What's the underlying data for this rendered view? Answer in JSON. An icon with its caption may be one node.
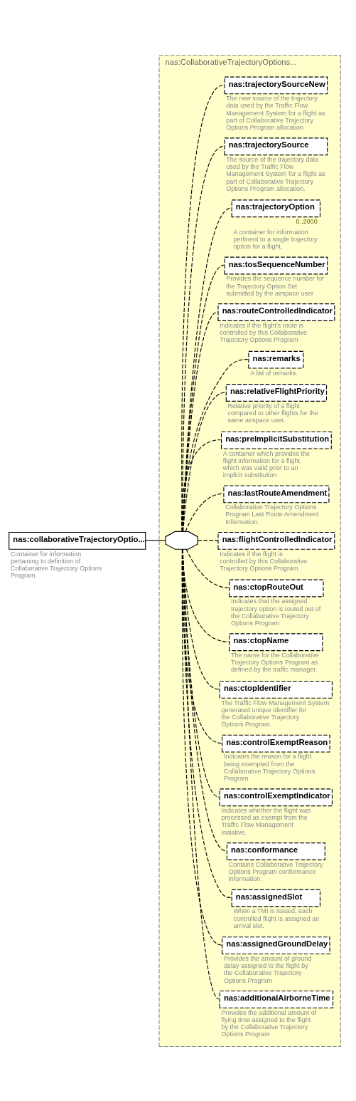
{
  "diagram": {
    "nodes": [
      {
        "text": [
          "nas:collaborativeTrajectoryOptio..."
        ],
        "beside": [
          "Container for information pertaining to definition of Collaborative Trajectory Options Program."
        ]
      },
      {
        "text": [
          "nas:CollaborativeTrajectoryOptions..."
        ]
      },
      {
        "text": [],
        "shape": "octagon",
        "in": 1
      },
      {
        "text": [
          "nas:additionalAirborneTime"
        ],
        "in": 1,
        "beside": [
          "Provides the additional amount of flying time assigned to the flight by the Collaborative Trajectory Options Program"
        ]
      },
      {
        "text": [
          "nas:assignedGroundDelay"
        ],
        "in": 1,
        "beside": [
          "Provides the amount of ground delay assigned to the flight by the Collaborative Trajectory Options Program"
        ]
      },
      {
        "text": [
          "nas:assignedSlot"
        ],
        "in": 1,
        "beside": [
          "When a TMI is issued, each controlled flight is assigned an arrival slot."
        ]
      },
      {
        "text": [
          "nas:conformance"
        ],
        "in": 1,
        "beside": [
          "Contains Collaborative Trajectory Options Program conformance information."
        ]
      },
      {
        "text": [
          "nas:controlExemptIndicator"
        ],
        "in": 1,
        "beside": [
          "Indicates whether the flight was processed as exempt from the Traffic Flow Management Initiative."
        ]
      },
      {
        "text": [
          "nas:controlExemptReason"
        ],
        "in": 1,
        "beside": [
          "Indicates the reason for a flight being exempted from the Collaborative Trajectory Options Program"
        ]
      },
      {
        "text": [
          "nas:ctopIdentifier"
        ],
        "in": 1,
        "beside": [
          "The Traffic Flow Management System generated unique identifier for the Collaborative Trajectory Options Program."
        ]
      },
      {
        "text": [
          "nas:ctopName"
        ],
        "in": 1,
        "beside": [
          "The name for the Collaborative Trajectory Options Program as defined by the traffic manager."
        ]
      },
      {
        "text": [
          "nas:ctopRouteOut"
        ],
        "in": 1,
        "beside": [
          "Indicates that the assigned trajectory option is routed out of the Collaborative Trajectory Options Program"
        ]
      },
      {
        "text": [
          "nas:flightControlledIndicator"
        ],
        "in": 1,
        "beside": [
          "Indicates if the flight is controlled by this Collaborative Trajectory Options Program"
        ]
      },
      {
        "text": [
          "nas:lastRouteAmendment"
        ],
        "in": 1,
        "beside": [
          "Collaborative Trajectory Options Program Last Route Amendment Information."
        ]
      },
      {
        "text": [
          "nas:preImplicitSubstitution"
        ],
        "in": 1,
        "beside": [
          "A container which provides the flight information for a flight which was valid prior to an implicit substitution"
        ]
      },
      {
        "text": [
          "nas:relativeFlightPriority"
        ],
        "in": 1,
        "beside": [
          "Relative priority of a flight compared to other flights for the same airspace user."
        ]
      },
      {
        "text": [
          "nas:remarks"
        ],
        "in": 1,
        "beside": [
          "A list of remarks."
        ]
      },
      {
        "text": [
          "nas:routeControlledIndicator"
        ],
        "in": 1,
        "beside": [
          "Indicates if the flight's route is controlled by this Collaborative Trajectory Options Program"
        ]
      },
      {
        "text": [
          "nas:tosSequenceNumber"
        ],
        "in": 1,
        "beside": [
          "Provides the sequence number for the Trajectory Option Set submitted by the airspace user"
        ]
      },
      {
        "text": [
          "nas:trajectoryOption"
        ],
        "in": 1,
        "beside": [
          "0..2000",
          "A container for information pertinent to a single trajectory option for a flight."
        ]
      },
      {
        "text": [
          "nas:trajectorySource"
        ],
        "in": 1,
        "beside": [
          "The source of the trajectory data used by the Traffic Flow Management System for a flight as part of Collaborative Trajectory Options Program allocation."
        ]
      },
      {
        "text": [
          "nas:trajectorySourceNew"
        ],
        "in": 1,
        "beside": [
          "The new source of the trajectory data used by the Traffic Flow Management System for a flight as part of Collaborative Trajectory Options Program allocation"
        ]
      }
    ],
    "edges": [
      {
        "from": 0,
        "to": 2,
        "arrow": "none"
      },
      {
        "from": 2,
        "to": 3,
        "arrow": "none",
        "style": "dashed"
      },
      {
        "from": 2,
        "to": 4,
        "arrow": "none",
        "style": "dashed"
      },
      {
        "from": 2,
        "to": 5,
        "arrow": "none",
        "style": "dashed"
      },
      {
        "from": 2,
        "to": 6,
        "arrow": "none",
        "style": "dashed"
      },
      {
        "from": 2,
        "to": 7,
        "arrow": "none",
        "style": "dashed"
      },
      {
        "from": 2,
        "to": 8,
        "arrow": "none",
        "style": "dashed"
      },
      {
        "from": 2,
        "to": 9,
        "arrow": "none",
        "style": "dashed"
      },
      {
        "from": 2,
        "to": 10,
        "arrow": "none",
        "style": "dashed"
      },
      {
        "from": 2,
        "to": 11,
        "arrow": "none",
        "style": "dashed"
      },
      {
        "from": 2,
        "to": 12,
        "arrow": "none",
        "style": "dashed"
      },
      {
        "from": 2,
        "to": 13,
        "arrow": "none",
        "style": "dashed"
      },
      {
        "from": 2,
        "to": 14,
        "arrow": "none",
        "style": "dashed"
      },
      {
        "from": 2,
        "to": 15,
        "arrow": "none",
        "style": "dashed"
      },
      {
        "from": 2,
        "to": 16,
        "arrow": "none",
        "style": "dashed"
      },
      {
        "from": 2,
        "to": 17,
        "arrow": "none",
        "style": "dashed"
      },
      {
        "from": 2,
        "to": 18,
        "arrow": "none",
        "style": "dashed"
      },
      {
        "from": 2,
        "to": 19,
        "arrow": "none",
        "style": "dashed"
      },
      {
        "from": 2,
        "to": 20,
        "arrow": "none",
        "style": "dashed"
      },
      {
        "from": 2,
        "to": 21,
        "arrow": "none",
        "style": "dashed"
      }
    ]
  }
}
